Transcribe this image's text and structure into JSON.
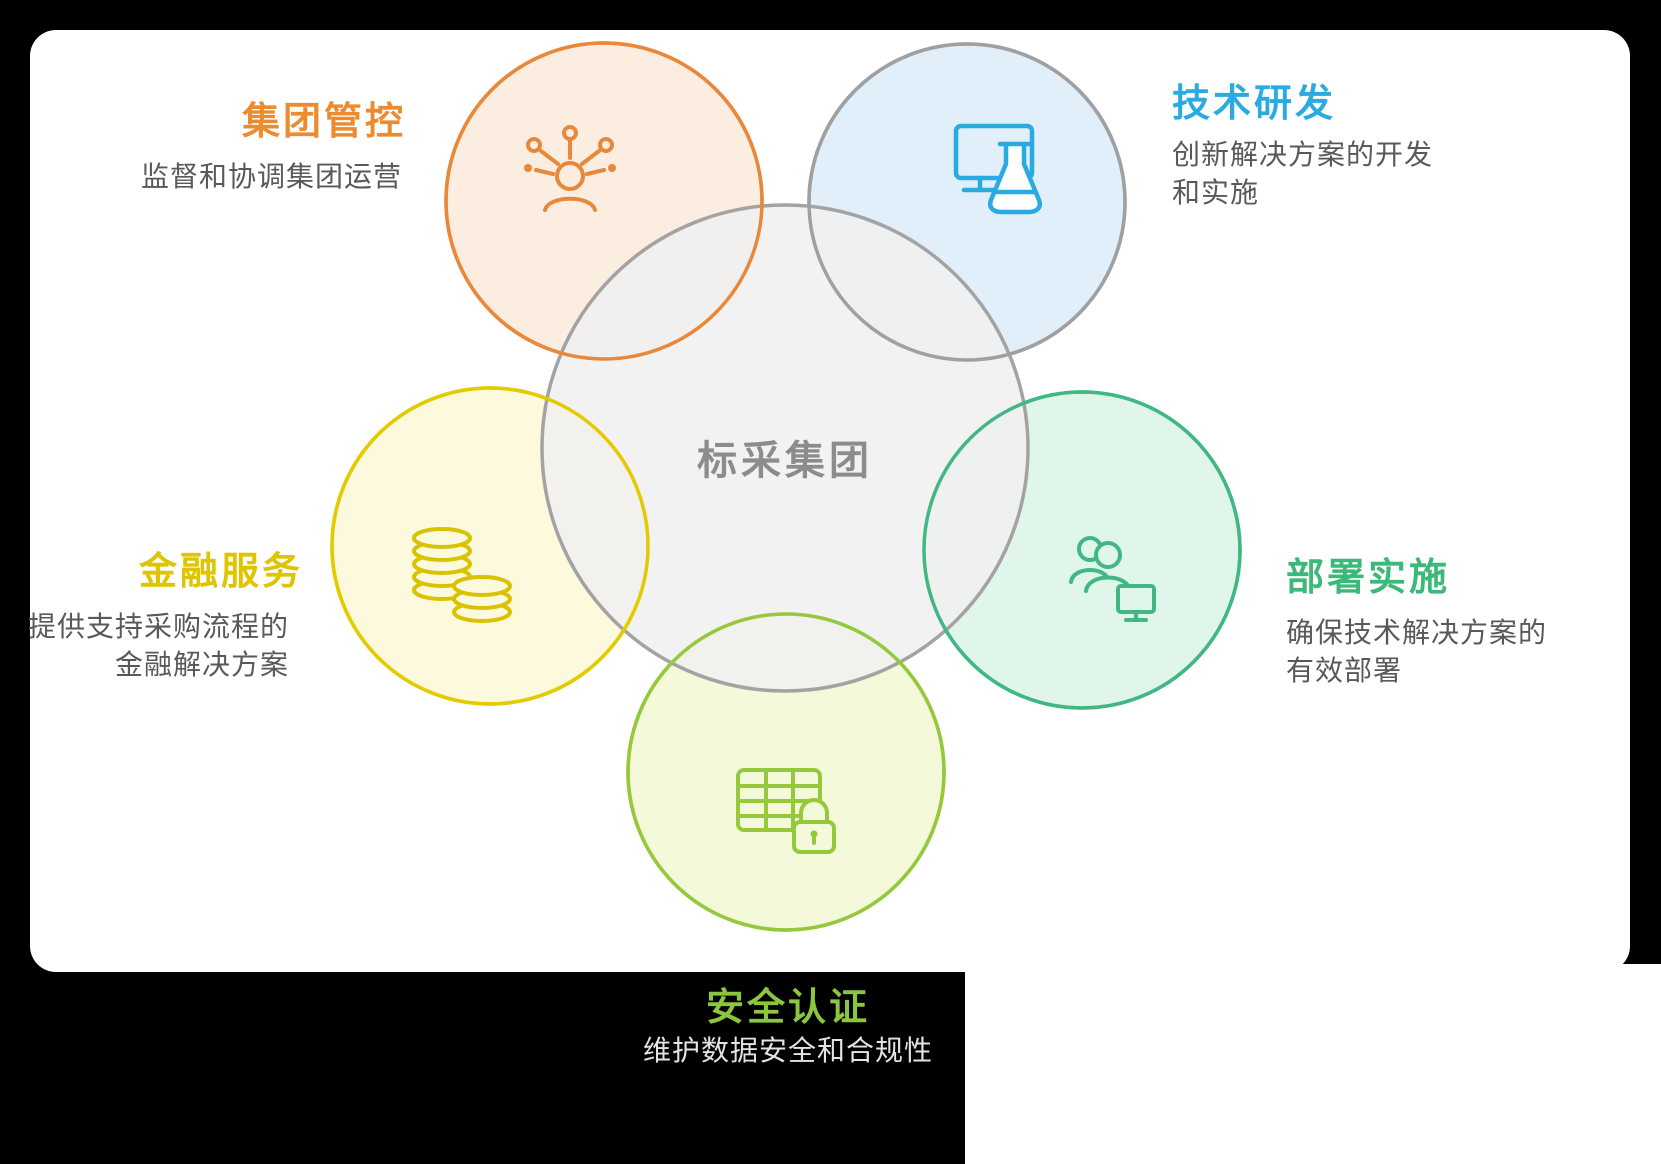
{
  "colors": {
    "background": "#000000",
    "canvas": "#FFFFFF",
    "center_fill": "#F0F0F0",
    "center_stroke": "#A3A3A3",
    "orange": "#E8883B",
    "blue_fill_stroke": "#A0A0A0",
    "blue_accent": "#29ABE2",
    "yellow": "#D9C300",
    "green": "#41B883",
    "olive": "#96C83C"
  },
  "center": {
    "label": "标采集团"
  },
  "nodes": [
    {
      "id": "group-control",
      "title": "集团管控",
      "desc": [
        "监督和协调集团运营"
      ],
      "icon": "network-person-icon",
      "color": "#ED8B2F"
    },
    {
      "id": "tech-rd",
      "title": "技术研发",
      "desc": [
        "创新解决方案的开发",
        "和实施"
      ],
      "icon": "monitor-flask-icon",
      "color": "#29ABE2"
    },
    {
      "id": "finance",
      "title": "金融服务",
      "desc": [
        "提供支持采购流程的",
        "金融解决方案"
      ],
      "icon": "coin-stacks-icon",
      "color": "#DFC400"
    },
    {
      "id": "deploy",
      "title": "部署实施",
      "desc": [
        "确保技术解决方案的",
        "有效部署"
      ],
      "icon": "team-monitor-icon",
      "color": "#3CB878"
    },
    {
      "id": "security",
      "title": "安全认证",
      "desc": [
        "维护数据安全和合规性"
      ],
      "icon": "table-lock-icon",
      "color": "#8CC63F"
    }
  ]
}
